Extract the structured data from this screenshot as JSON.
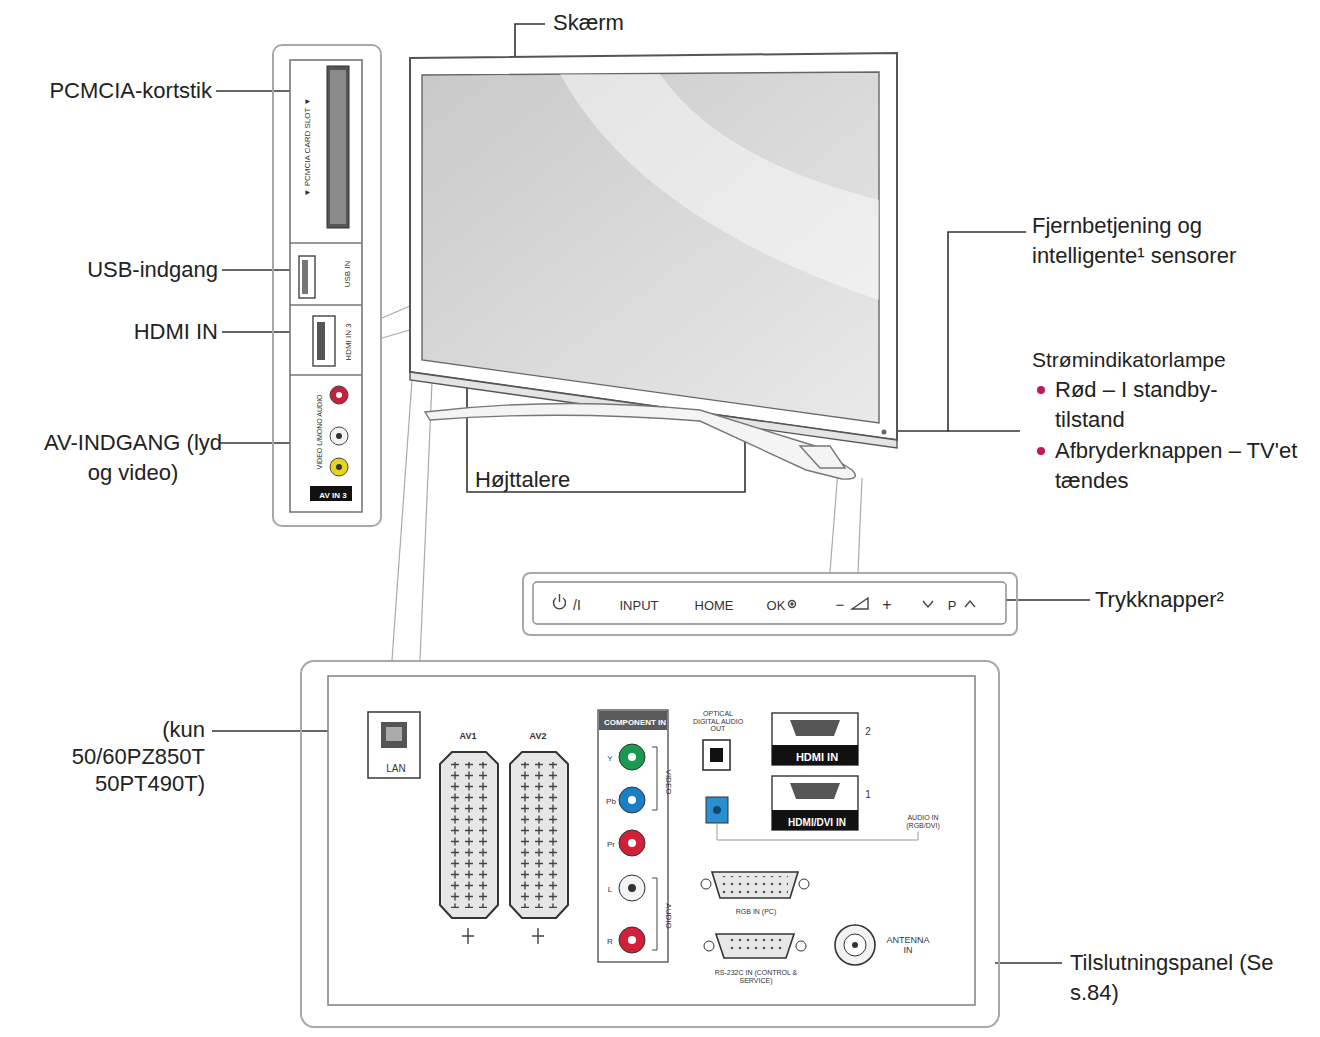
{
  "diagram": {
    "nodes": [
      {
        "text": [
          "▼ PCMCIA CARD SLOT ▼",
          "USB IN",
          "HDMI IN 3",
          "VIDEO L/MONO AUDIO",
          "AV IN 3"
        ]
      },
      {
        "text": [
          "/I",
          "INPUT",
          "HOME",
          "OK",
          "−",
          "+",
          "P"
        ]
      },
      {
        "text": [
          "LAN",
          "AV1",
          "AV2",
          "COMPONENT IN",
          "Y",
          "Pb",
          "Pr",
          "VIDEO",
          "L",
          "R",
          "AUDIO",
          "OPTICAL DIGITAL AUDIO OUT",
          "HDMI IN",
          "2",
          "HDMI/DVI IN",
          "1",
          "AUDIO IN (RGB/DVI)",
          "RGB IN (PC)",
          "RS-232C IN (CONTROL & SERVICE)",
          "ANTENNA IN"
        ]
      }
    ],
    "labels": [
      "Skærm",
      "PCMCIA-kortstik",
      "USB-indgang",
      "HDMI IN",
      "AV-INDGANG (lyd og video)",
      "Højttalere",
      "Fjernbetjening og intelligente¹ sensorer",
      "Strømindikatorlampe",
      "Rød – I standby-tilstand",
      "Afbryderknappen – TV'et tændes",
      "Trykknapper²",
      "(kun 50/60PZ850T 50PT490T)",
      "Tilslutningspanel (Se s.84)"
    ]
  }
}
